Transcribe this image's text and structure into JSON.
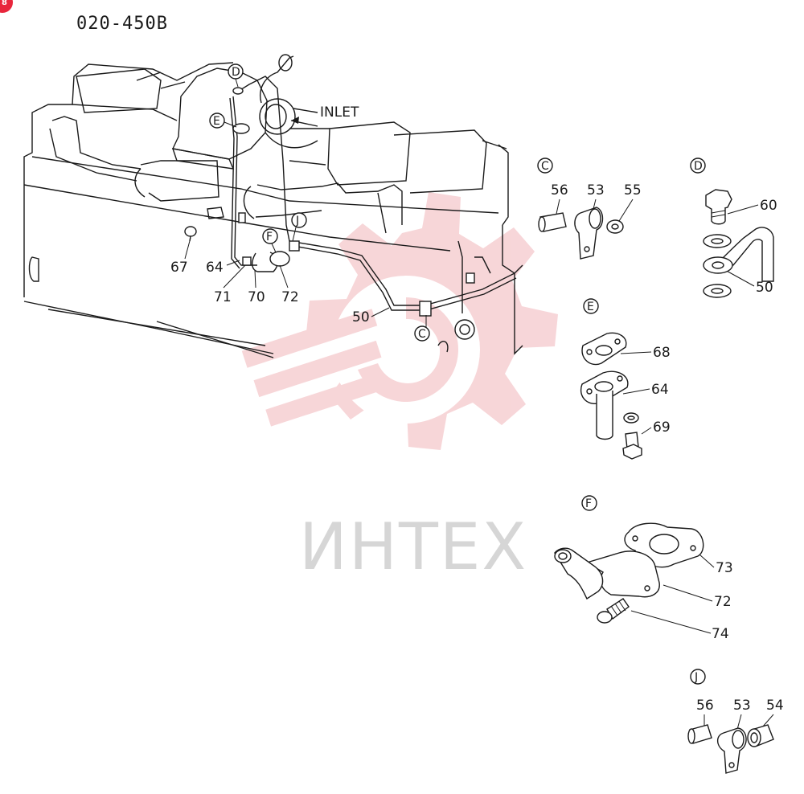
{
  "diagram": {
    "code": "020-450B",
    "badge": "8",
    "watermark": "ИНТЕХ",
    "inlet_label": "INLET",
    "main_callouts": {
      "D": "D",
      "E": "E",
      "F": "F",
      "J": "J",
      "C": "C",
      "p67": "67",
      "p64": "64",
      "p71": "71",
      "p70": "70",
      "p72": "72",
      "p50": "50"
    },
    "detail_C": {
      "letter": "C",
      "parts": [
        "56",
        "53",
        "55"
      ]
    },
    "detail_D": {
      "letter": "D",
      "parts": [
        "60",
        "50"
      ]
    },
    "detail_E": {
      "letter": "E",
      "parts": [
        "68",
        "64",
        "69"
      ]
    },
    "detail_F": {
      "letter": "F",
      "parts": [
        "73",
        "72",
        "74"
      ]
    },
    "detail_J": {
      "letter": "J",
      "parts": [
        "56",
        "53",
        "54"
      ]
    },
    "colors": {
      "line": "#1a1a1a",
      "watermark_red": "#f4c9cc",
      "watermark_grey": "#d6d6d6",
      "badge": "#e8263c"
    }
  }
}
